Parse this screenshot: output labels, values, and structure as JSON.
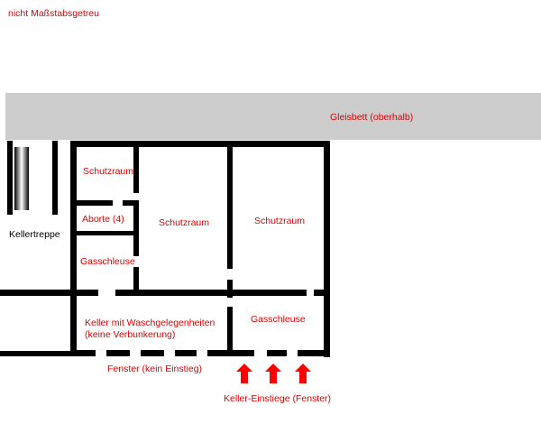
{
  "note": "nicht Maßstabsgetreu",
  "track_bed": "Gleisbett (oberhalb)",
  "rooms": {
    "shelter_small": "Schutzraum",
    "toilets": "Aborte (4)",
    "gas_lock_left": "Gasschleuse",
    "shelter_middle": "Schutzraum",
    "shelter_right": "Schutzraum",
    "cellar": "Keller mit Waschgelegenheiten\n(keine Verbunkerung)",
    "gas_lock_right": "Gasschleuse",
    "stairs": "Kellertreppe"
  },
  "windows": "Fenster (kein Einstieg)",
  "entrances": "Keller-Einstiege (Fenster)",
  "colors": {
    "label_red": "#e00000",
    "wall": "#000000",
    "track_bed_fill": "#cccccc",
    "arrow": "#ff0000"
  }
}
